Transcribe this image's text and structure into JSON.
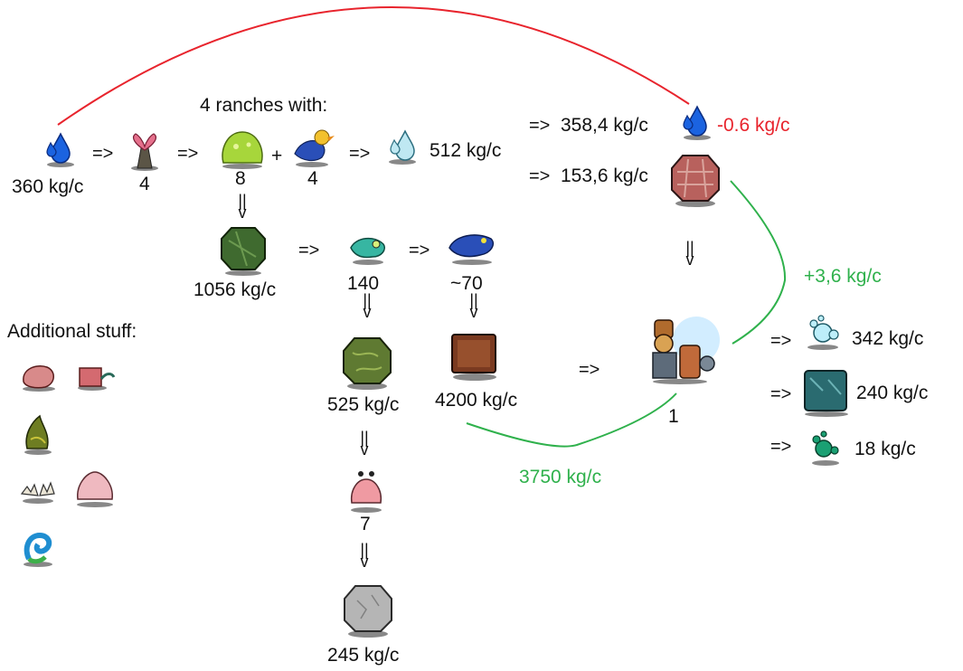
{
  "title": "4 ranches with:",
  "additional_label": "Additional stuff:",
  "row1": {
    "water_input": "360 kg/c",
    "plant_count": "4",
    "slime_count": "8",
    "plus": "+",
    "bird_count": "4",
    "polluted_water": "512 kg/c",
    "water_out": "358,4 kg/c",
    "water_delta": "-0.6 kg/c",
    "brick_out": "153,6 kg/c"
  },
  "row2": {
    "algae_mass": "1056 kg/c",
    "fish_count": "140",
    "shark_count": "~70"
  },
  "row3": {
    "phosphorite": "525 kg/c",
    "slab": "4200 kg/c",
    "machine_count": "1",
    "outputs": [
      {
        "arrow": "=>",
        "label": "342 kg/c",
        "icon": "oxygen-bubbles-icon"
      },
      {
        "arrow": "=>",
        "label": "240 kg/c",
        "icon": "glass-block-icon"
      },
      {
        "arrow": "=>",
        "label": "18 kg/c",
        "icon": "green-bubbles-icon"
      }
    ]
  },
  "row4": {
    "crab_count": "7",
    "rock": "245 kg/c"
  },
  "flows": {
    "green_upper": "+3,6 kg/c",
    "green_lower": "3750 kg/c"
  },
  "arrow": "=>",
  "down_arrow": "||",
  "down_head": "v",
  "colors": {
    "red": "#e8242d",
    "green": "#2fb14c",
    "water": "#1b63e0",
    "pale_water": "#8ed3e8"
  }
}
